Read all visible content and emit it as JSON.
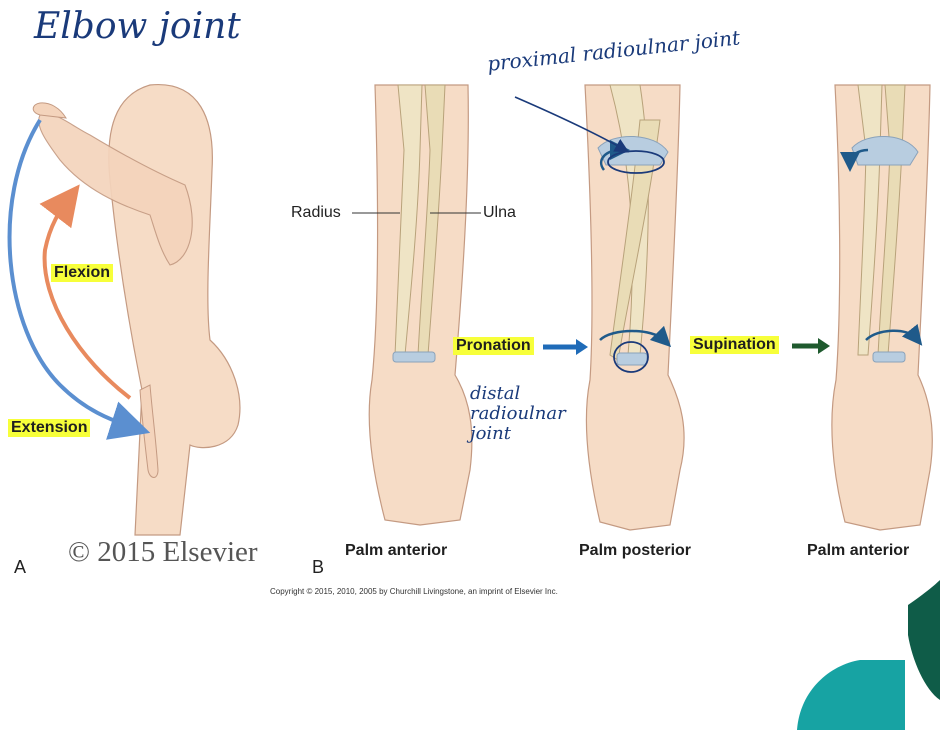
{
  "handwriting": {
    "title": "Elbow joint",
    "proximal": "proximal radioulnar joint",
    "distal": "distal\nradioulnar\njoint"
  },
  "labels": {
    "radius": "Radius",
    "ulna": "Ulna",
    "flexion": "Flexion",
    "extension": "Extension",
    "pronation": "Pronation",
    "supination": "Supination",
    "palm_anterior_1": "Palm anterior",
    "palm_posterior": "Palm posterior",
    "palm_anterior_2": "Palm anterior",
    "panel_a": "A",
    "panel_b": "B"
  },
  "watermark": "© 2015 Elsevier",
  "copyright": "Copyright © 2015, 2010, 2005 by Churchill Livingstone, an imprint of Elsevier Inc.",
  "colors": {
    "highlight": "#f7ff3a",
    "extension_arrow": "#5b8fd0",
    "flexion_arrow": "#e88a5e",
    "pronation_arrow": "#1f6bb8",
    "supination_arrow": "#1f5a2e",
    "teal": "#17a3a3",
    "dark_green": "#0f5c48"
  }
}
